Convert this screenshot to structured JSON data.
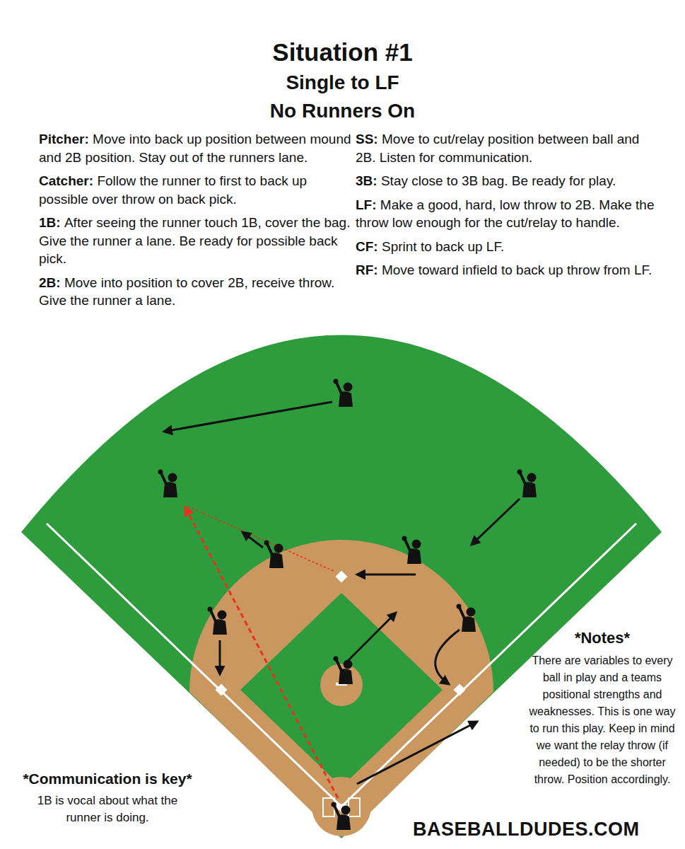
{
  "diagram": {
    "title": "Situation #1",
    "labels": [
      "Single to LF",
      "No Runners On",
      "Pitcher:",
      "Move into back up position between mound and 2B position. Stay out of the runners lane.",
      "Catcher:",
      "Follow the runner to first to back up possible over throw on back pick.",
      "1B:",
      "After seeing the runner touch 1B, cover the bag. Give the runner a lane. Be ready for possible back pick.",
      "2B:",
      "Move into position to cover 2B, receive throw. Give the runner a lane.",
      "SS:",
      "Move to cut/relay position between ball and 2B. Listen for communication.",
      "3B:",
      "Stay close to 3B bag. Be ready for play.",
      "LF:",
      "Make a good, hard, low throw to 2B. Make the throw low enough for the cut/relay to handle.",
      "CF:",
      "Sprint to back up LF.",
      "RF:",
      "Move toward infield to back up throw from LF.",
      "*Notes*",
      "There are variables to every ball in play and a teams positional strengths and weaknesses. This is one way to run this play. Keep in mind we want the relay throw (if needed) to be the shorter throw. Position accordingly.",
      "*Communication is key*",
      "1B is vocal about what the runner is doing.",
      "BASEBALLDUDES.COM"
    ]
  }
}
